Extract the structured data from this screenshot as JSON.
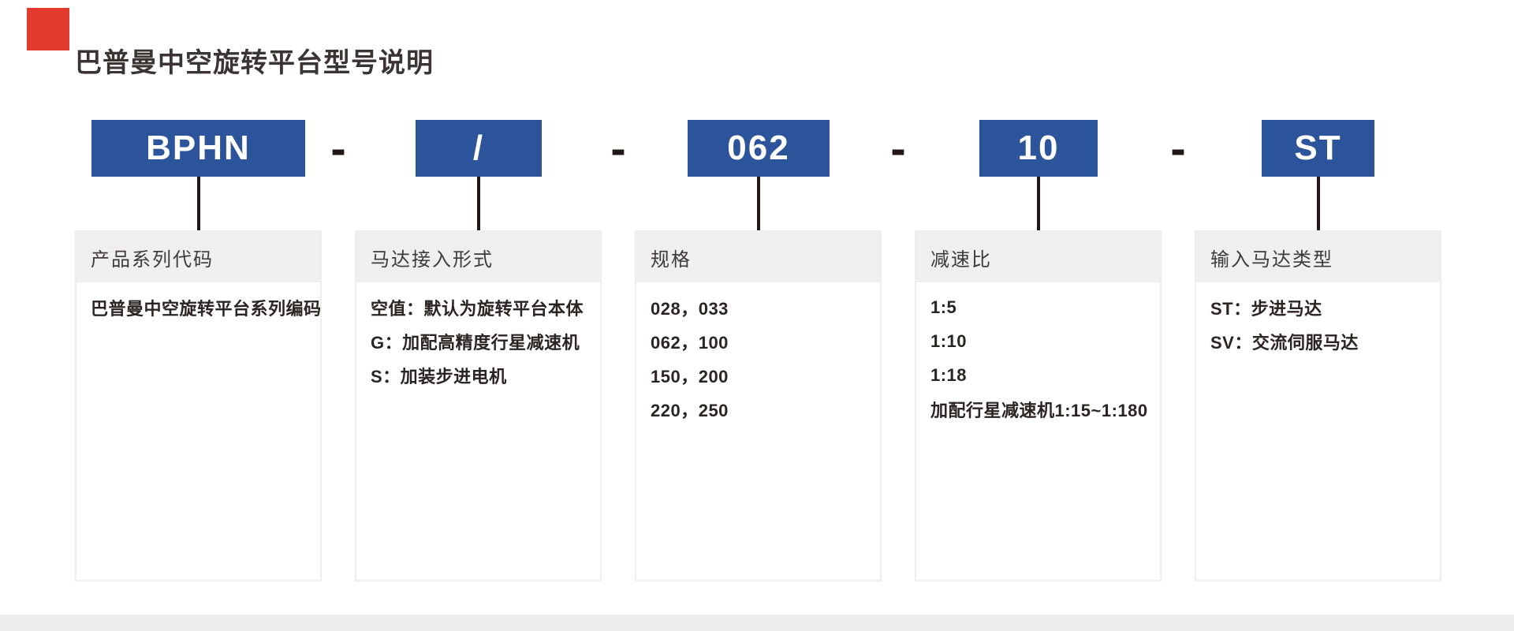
{
  "page": {
    "title": "巴普曼中空旋转平台型号说明"
  },
  "model_code": {
    "separator": "-",
    "segments": [
      {
        "code": "BPHN",
        "meaning": "产品系列代码"
      },
      {
        "code": "/",
        "meaning": "马达接入形式"
      },
      {
        "code": "062",
        "meaning": "规格"
      },
      {
        "code": "10",
        "meaning": "减速比"
      },
      {
        "code": "ST",
        "meaning": "输入马达类型"
      }
    ]
  },
  "cards": [
    {
      "header": "产品系列代码",
      "lines": [
        "巴普曼中空旋转平台系列编码"
      ]
    },
    {
      "header": "马达接入形式",
      "lines": [
        "空值：默认为旋转平台本体",
        "G：加配高精度行星减速机",
        "S：加装步进电机"
      ]
    },
    {
      "header": "规格",
      "lines": [
        "028，033",
        "062，100",
        "150，200",
        "220，250"
      ]
    },
    {
      "header": "减速比",
      "lines": [
        "1:5",
        "1:10",
        "1:18",
        "加配行星减速机1:15~1:180"
      ]
    },
    {
      "header": "输入马达类型",
      "lines": [
        "ST：步进马达",
        "SV：交流伺服马达"
      ]
    }
  ],
  "colors": {
    "accent_blue": "#2b549b",
    "logo_red": "#e23b2e",
    "ink_black": "#231815",
    "title_text": "#3a3433",
    "header_bg": "#efefef",
    "card_border": "#eeeeee",
    "bottom_bar": "#ececec"
  }
}
